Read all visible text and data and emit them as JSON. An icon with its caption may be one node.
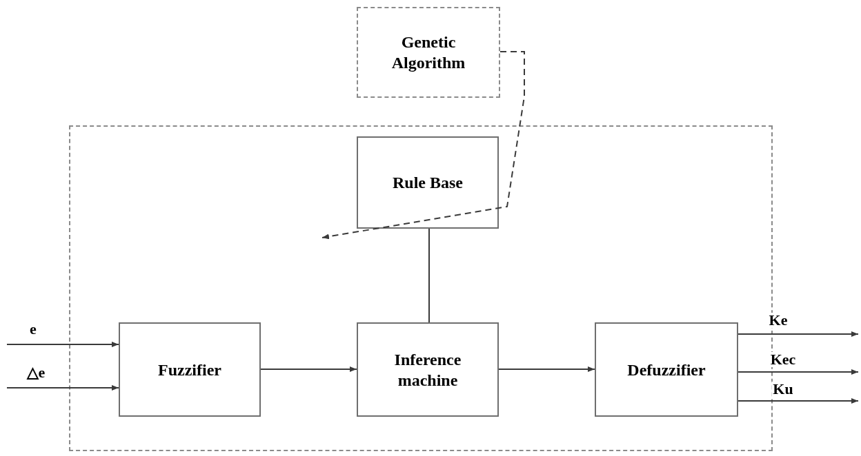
{
  "diagram": {
    "nodes": [
      {
        "text": [
          "Genetic Algorithm"
        ]
      },
      {
        "text": [],
        "shape": "box"
      },
      {
        "text": [
          "Rule Base"
        ],
        "in": 1
      },
      {
        "text": [
          "Fuzzifier"
        ],
        "in": 1
      },
      {
        "text": [
          "Inference machine"
        ],
        "in": 1
      },
      {
        "text": [
          "Defuzzifier"
        ],
        "in": 1
      }
    ],
    "edges": [
      {
        "from": 0,
        "to": null,
        "arrow": "to",
        "style": "dashed"
      },
      {
        "from": 2,
        "to": 4,
        "arrow": "none"
      },
      {
        "from": null,
        "to": 3,
        "arrow": "to",
        "label": "e"
      },
      {
        "from": null,
        "to": 3,
        "arrow": "to",
        "label": "△e"
      },
      {
        "from": 3,
        "to": 4,
        "arrow": "to"
      },
      {
        "from": 4,
        "to": 5,
        "arrow": "to"
      },
      {
        "from": 5,
        "to": null,
        "arrow": "to",
        "label": "Ke"
      },
      {
        "from": 5,
        "to": null,
        "arrow": "to",
        "label": "Kec"
      },
      {
        "from": 5,
        "to": null,
        "arrow": "to",
        "label": "Ku"
      }
    ]
  }
}
